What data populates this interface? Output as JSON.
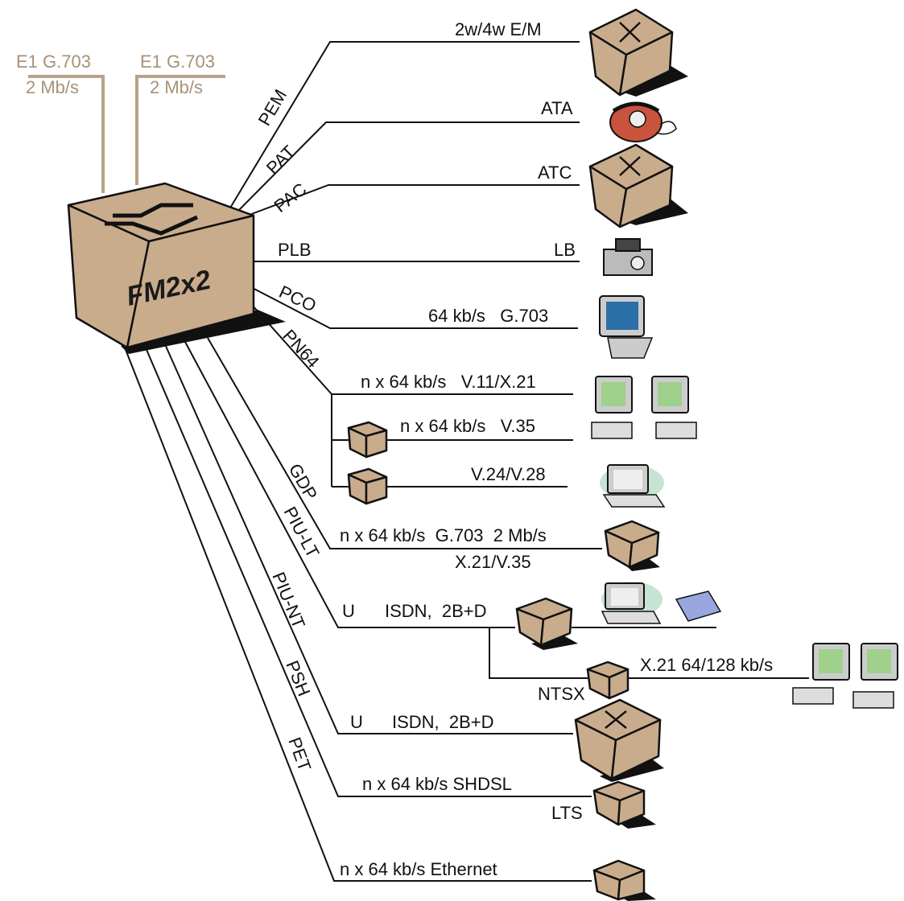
{
  "node": {
    "title": "FM2x2"
  },
  "e1_ports": [
    {
      "line1": "E1 G.703",
      "line2": "2 Mb/s"
    },
    {
      "line1": "E1 G.703",
      "line2": "2 Mb/s"
    }
  ],
  "branches": {
    "pem": {
      "module": "PEM",
      "interface": "2w/4w E/M"
    },
    "pat": {
      "module": "PAT",
      "interface": "ATA"
    },
    "pac": {
      "module": "PAC",
      "interface": "ATC"
    },
    "plb": {
      "module": "PLB",
      "interface": "LB"
    },
    "pco": {
      "module": "PCO",
      "interface": "64 kb/s   G.703"
    },
    "pn64": {
      "module": "PN64",
      "interfaces": [
        "n x 64 kb/s   V.11/X.21",
        "n x 64 kb/s   V.35",
        "V.24/V.28"
      ]
    },
    "gdp": {
      "module": "GDP",
      "line1": "n x 64 kb/s  G.703  2 Mb/s",
      "line2": "X.21/V.35"
    },
    "piu_lt": {
      "module": "PIU-LT",
      "label_u": "U",
      "label_isdn": "ISDN,  2B+D",
      "ntsx": "NTSX",
      "x21": "X.21 64/128 kb/s"
    },
    "piu_nt": {
      "module": "PIU-NT",
      "label_u": "U",
      "label_isdn": "ISDN,  2B+D"
    },
    "psh": {
      "module": "PSH",
      "interface": "n x 64 kb/s SHDSL",
      "device": "LTS"
    },
    "pet": {
      "module": "PET",
      "interface": "n x 64 kb/s Ethernet"
    }
  },
  "colors": {
    "box": "#c9ac8c",
    "e1_line": "#b8a288",
    "shadow": "#111111"
  }
}
